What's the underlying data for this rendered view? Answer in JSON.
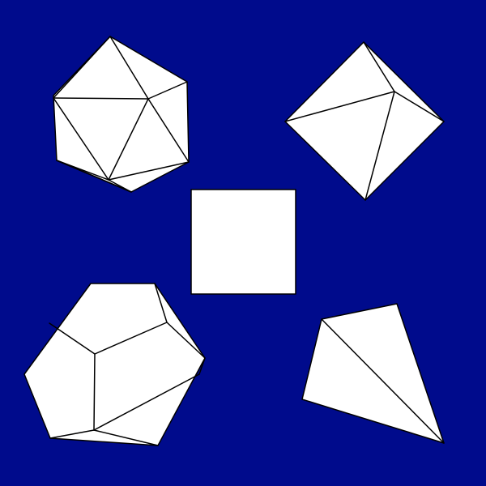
{
  "colors": {
    "background": "#000b8c",
    "face": "#ffffff",
    "edge": "#000000"
  },
  "solids": [
    {
      "name": "icosahedron",
      "position": "top-left"
    },
    {
      "name": "octahedron",
      "position": "top-right"
    },
    {
      "name": "cube",
      "position": "center"
    },
    {
      "name": "dodecahedron",
      "position": "bottom-left"
    },
    {
      "name": "tetrahedron",
      "position": "bottom-right"
    }
  ]
}
